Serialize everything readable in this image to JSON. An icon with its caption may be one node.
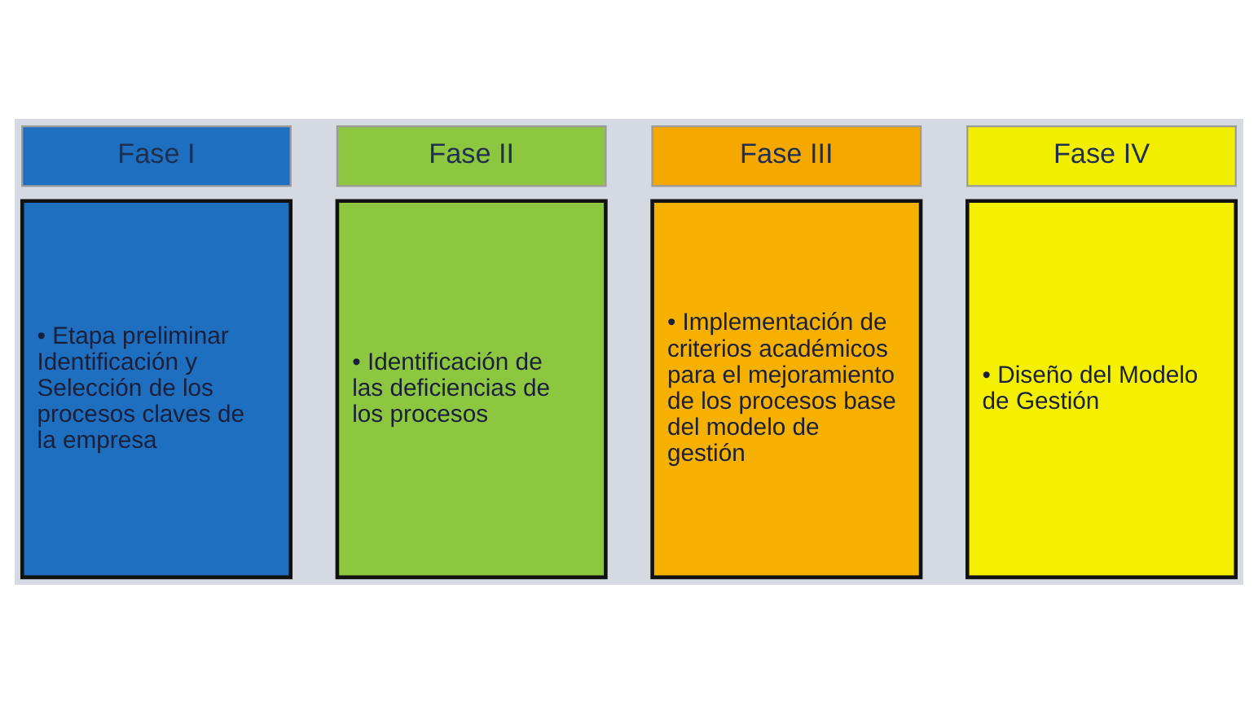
{
  "diagram": {
    "nodes": [
      {
        "text": [
          "Fase I"
        ]
      },
      {
        "text": [
          "Fase II"
        ]
      },
      {
        "text": [
          "Fase III"
        ]
      },
      {
        "text": [
          "Fase IV"
        ]
      },
      {
        "text": [
          "• Etapa preliminar Identificación y Selección de los procesos claves de la empresa"
        ]
      },
      {
        "text": [
          "• Identificación de las deficiencias de los procesos"
        ]
      },
      {
        "text": [
          "• Implementación de criterios académicos para el mejoramiento de los procesos base del modelo de gestión"
        ]
      },
      {
        "text": [
          "• Diseño del Modelo de Gestión"
        ]
      }
    ]
  }
}
